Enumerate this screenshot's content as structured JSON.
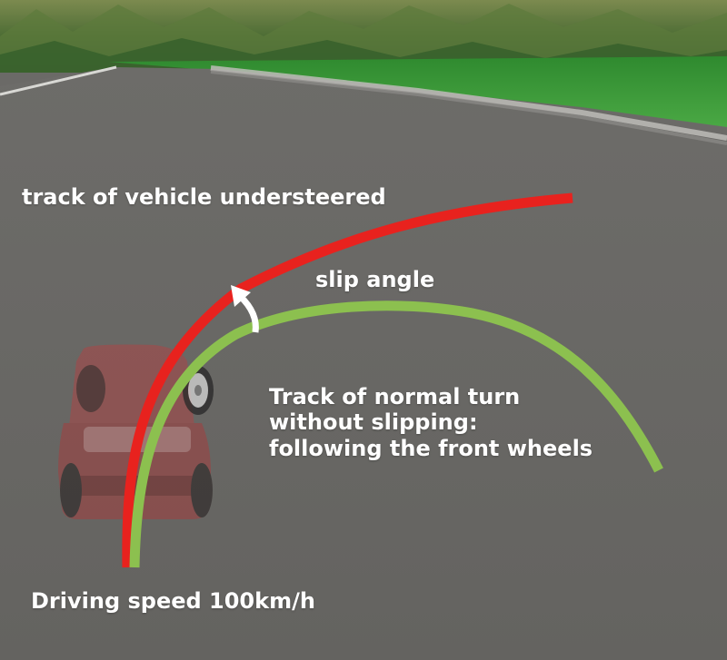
{
  "labels": {
    "understeer_track": "track of vehicle understeered",
    "slip_angle": "slip angle",
    "normal_turn": [
      "Track of normal turn",
      "without slipping:",
      "following the front wheels"
    ],
    "driving_speed": "Driving speed 100km/h"
  },
  "colors": {
    "understeer_track": "#e8221e",
    "normal_track": "#8cc04f",
    "slip_arrow": "#ffffff",
    "road": "#6b6a67",
    "grass": "#3f9a3a",
    "vehicle": "#a34a4a"
  }
}
